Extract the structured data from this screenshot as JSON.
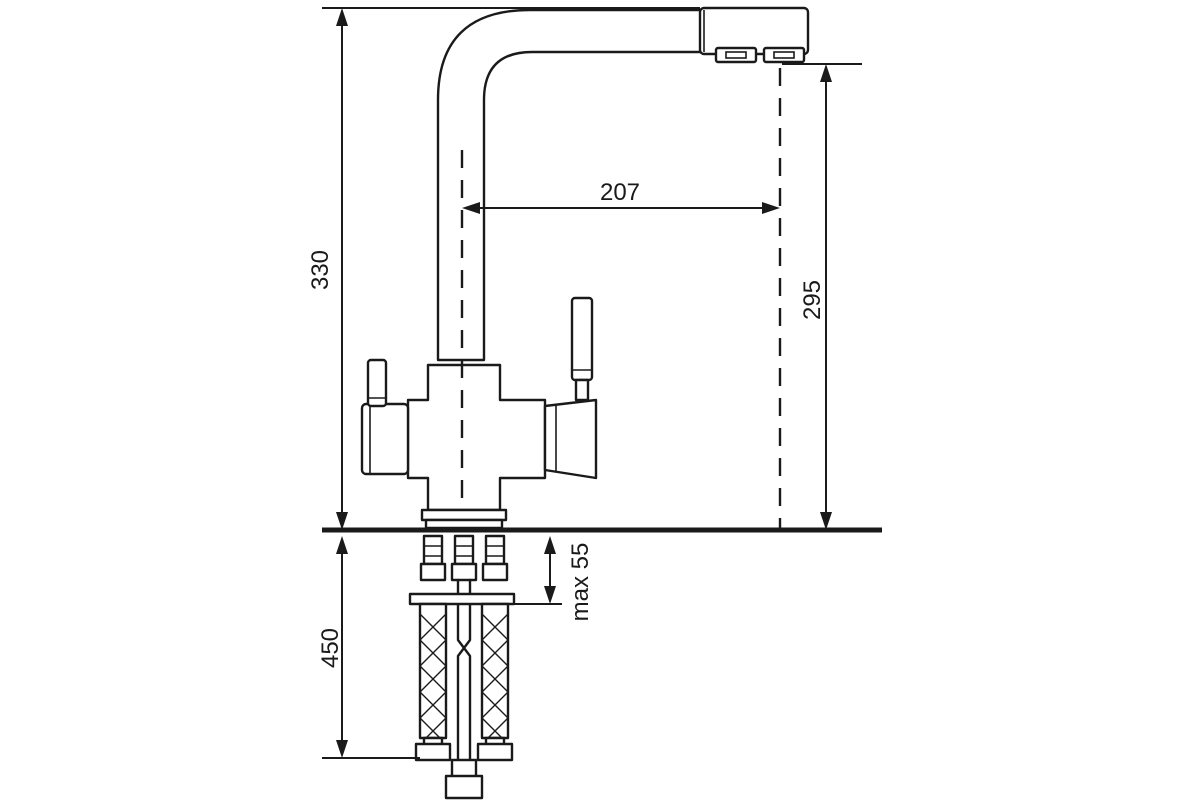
{
  "dimensions": {
    "total_height": "330",
    "spout_reach": "207",
    "spout_height": "295",
    "hose_length": "450",
    "mount_thickness": "max 55"
  },
  "colors": {
    "line": "#1a1a1a",
    "background": "#ffffff"
  }
}
